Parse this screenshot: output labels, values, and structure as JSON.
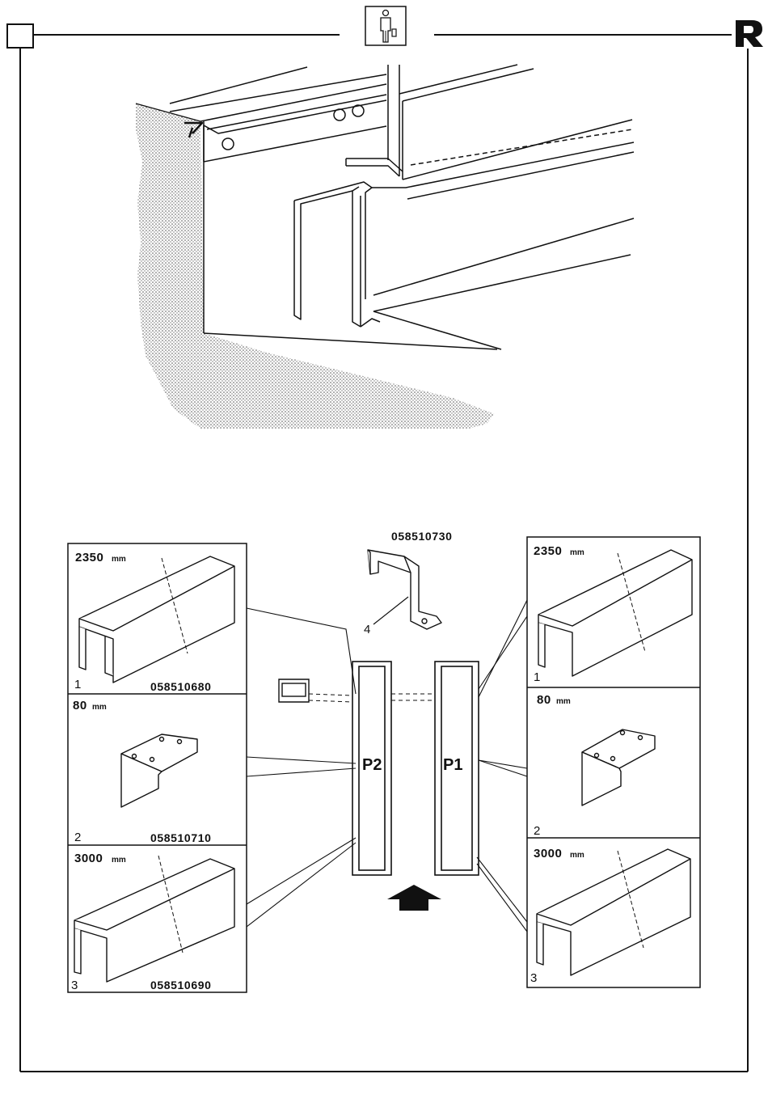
{
  "header": {
    "person_icon": "person-with-toolbox-icon",
    "brand_icon": "brand-r-logo-icon"
  },
  "figure": {
    "top_illustration": "cable-duct-installation-in-pit",
    "center_part": {
      "code": "058510730",
      "number": "4"
    },
    "left_parts": [
      {
        "number": "1",
        "length_value": "2350",
        "length_unit": "mm",
        "code": "058510680"
      },
      {
        "number": "2",
        "length_value": "80",
        "length_unit": "mm",
        "code": "058510710"
      },
      {
        "number": "3",
        "length_value": "3000",
        "length_unit": "mm",
        "code": "058510690"
      }
    ],
    "right_parts": [
      {
        "number": "1",
        "length_value": "2350",
        "length_unit": "mm"
      },
      {
        "number": "2",
        "length_value": "80",
        "length_unit": "mm"
      },
      {
        "number": "3",
        "length_value": "3000",
        "length_unit": "mm"
      }
    ],
    "columns": {
      "left": "P2",
      "right": "P1"
    },
    "arrow_icon": "direction-arrow-up-icon",
    "control_box_icon": "control-box-icon"
  },
  "colors": {
    "ink": "#111111",
    "paper": "#ffffff",
    "stipple": "#8a8a8a"
  }
}
